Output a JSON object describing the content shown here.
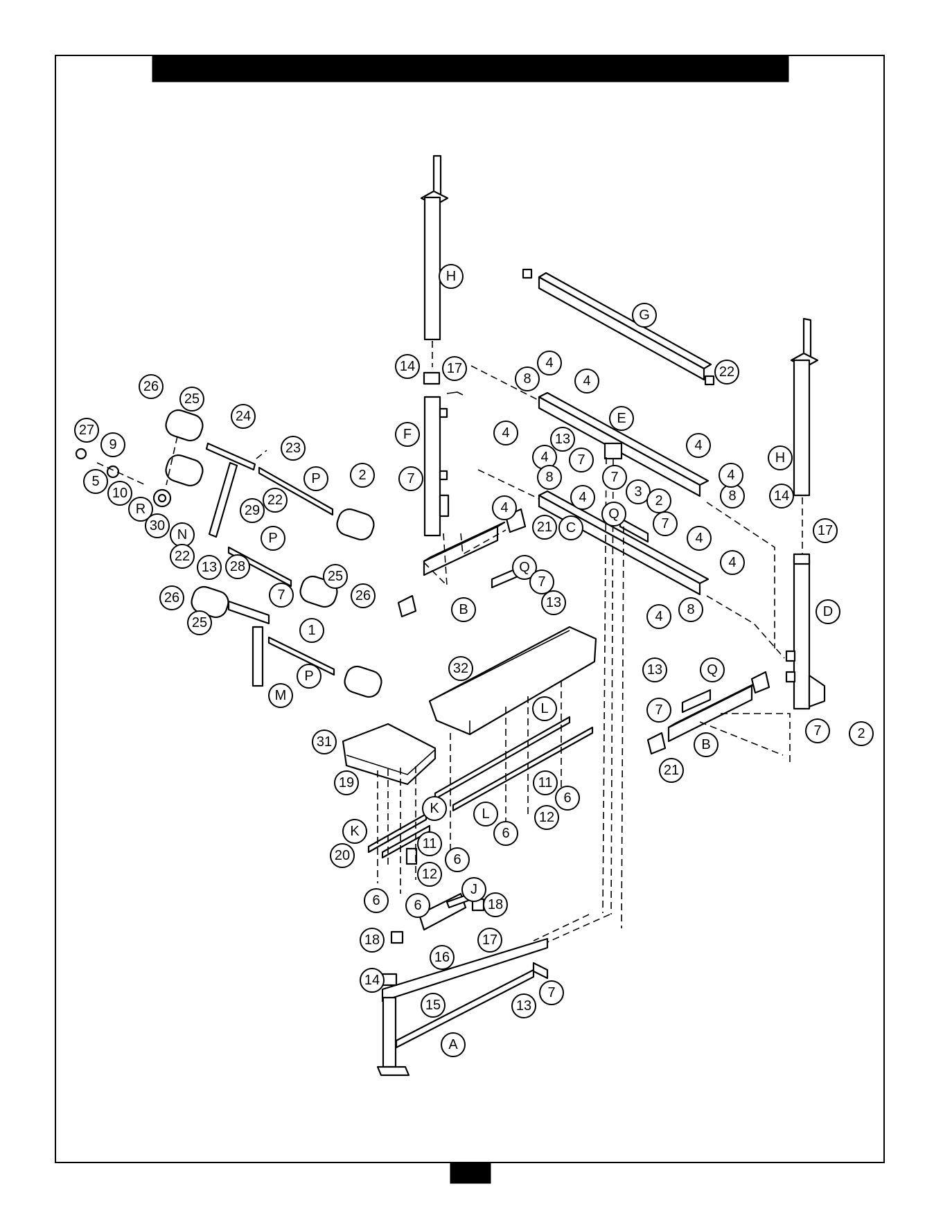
{
  "page": {
    "border": true,
    "header_bar_color": "#000000",
    "footer_tab_color": "#000000"
  },
  "callouts": [
    {
      "label": "H"
    },
    {
      "label": "G"
    },
    {
      "label": "22"
    },
    {
      "label": "14"
    },
    {
      "label": "17"
    },
    {
      "label": "4"
    },
    {
      "label": "8"
    },
    {
      "label": "4"
    },
    {
      "label": "H"
    },
    {
      "label": "26"
    },
    {
      "label": "25"
    },
    {
      "label": "24"
    },
    {
      "label": "F"
    },
    {
      "label": "E"
    },
    {
      "label": "4"
    },
    {
      "label": "13"
    },
    {
      "label": "27"
    },
    {
      "label": "9"
    },
    {
      "label": "23"
    },
    {
      "label": "7"
    },
    {
      "label": "4"
    },
    {
      "label": "4"
    },
    {
      "label": "5"
    },
    {
      "label": "10"
    },
    {
      "label": "P"
    },
    {
      "label": "22"
    },
    {
      "label": "2"
    },
    {
      "label": "7"
    },
    {
      "label": "8"
    },
    {
      "label": "7"
    },
    {
      "label": "3"
    },
    {
      "label": "8"
    },
    {
      "label": "4"
    },
    {
      "label": "2"
    },
    {
      "label": "R"
    },
    {
      "label": "4"
    },
    {
      "label": "Q"
    },
    {
      "label": "4"
    },
    {
      "label": "14"
    },
    {
      "label": "17"
    },
    {
      "label": "30"
    },
    {
      "label": "29"
    },
    {
      "label": "N"
    },
    {
      "label": "C"
    },
    {
      "label": "7"
    },
    {
      "label": "4"
    },
    {
      "label": "P"
    },
    {
      "label": "21"
    },
    {
      "label": "22"
    },
    {
      "label": "28"
    },
    {
      "label": "Q"
    },
    {
      "label": "4"
    },
    {
      "label": "13"
    },
    {
      "label": "25"
    },
    {
      "label": "7"
    },
    {
      "label": "26"
    },
    {
      "label": "26"
    },
    {
      "label": "7"
    },
    {
      "label": "13"
    },
    {
      "label": "25"
    },
    {
      "label": "B"
    },
    {
      "label": "8"
    },
    {
      "label": "D"
    },
    {
      "label": "4"
    },
    {
      "label": "1"
    },
    {
      "label": "32"
    },
    {
      "label": "13"
    },
    {
      "label": "Q"
    },
    {
      "label": "P"
    },
    {
      "label": "M"
    },
    {
      "label": "7"
    },
    {
      "label": "L"
    },
    {
      "label": "7"
    },
    {
      "label": "2"
    },
    {
      "label": "31"
    },
    {
      "label": "B"
    },
    {
      "label": "21"
    },
    {
      "label": "11"
    },
    {
      "label": "6"
    },
    {
      "label": "19"
    },
    {
      "label": "K"
    },
    {
      "label": "L"
    },
    {
      "label": "12"
    },
    {
      "label": "K"
    },
    {
      "label": "6"
    },
    {
      "label": "11"
    },
    {
      "label": "20"
    },
    {
      "label": "6"
    },
    {
      "label": "12"
    },
    {
      "label": "J"
    },
    {
      "label": "6"
    },
    {
      "label": "6"
    },
    {
      "label": "18"
    },
    {
      "label": "18"
    },
    {
      "label": "17"
    },
    {
      "label": "16"
    },
    {
      "label": "14"
    },
    {
      "label": "7"
    },
    {
      "label": "15"
    },
    {
      "label": "13"
    },
    {
      "label": "A"
    }
  ]
}
